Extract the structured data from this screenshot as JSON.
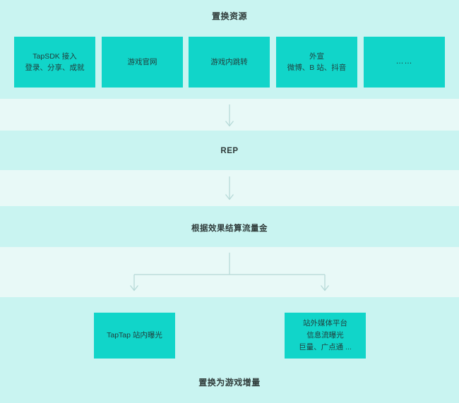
{
  "diagram": {
    "title_top": "置换资源",
    "title_bottom": "置换为游戏增量",
    "colors": {
      "box_teal": "#11d5c9",
      "band_dark": "#c9f4f1",
      "band_light": "#e8f9f7",
      "text": "#2f3b3a",
      "connector": "#b4d8d6"
    },
    "resources": [
      {
        "line1": "TapSDK 接入",
        "line2": "登录、分享、成就"
      },
      {
        "line1": "游戏官网",
        "line2": ""
      },
      {
        "line1": "游戏内跳转",
        "line2": ""
      },
      {
        "line1": "外宣",
        "line2": "微博、B 站、抖音"
      },
      {
        "line1": "……",
        "line2": ""
      }
    ],
    "stages": [
      {
        "label": "REP"
      },
      {
        "label": "根据效果结算流量金"
      }
    ],
    "outcomes": [
      {
        "line1": "TapTap 站内曝光",
        "line2": "",
        "line3": ""
      },
      {
        "line1": "站外媒体平台",
        "line2": "信息流曝光",
        "line3": "巨量、广点通 ..."
      }
    ],
    "connectors": [
      {
        "name": "arrow-resources-to-rep"
      },
      {
        "name": "arrow-rep-to-settlement"
      },
      {
        "name": "branch-settlement-to-outcomes"
      }
    ]
  }
}
